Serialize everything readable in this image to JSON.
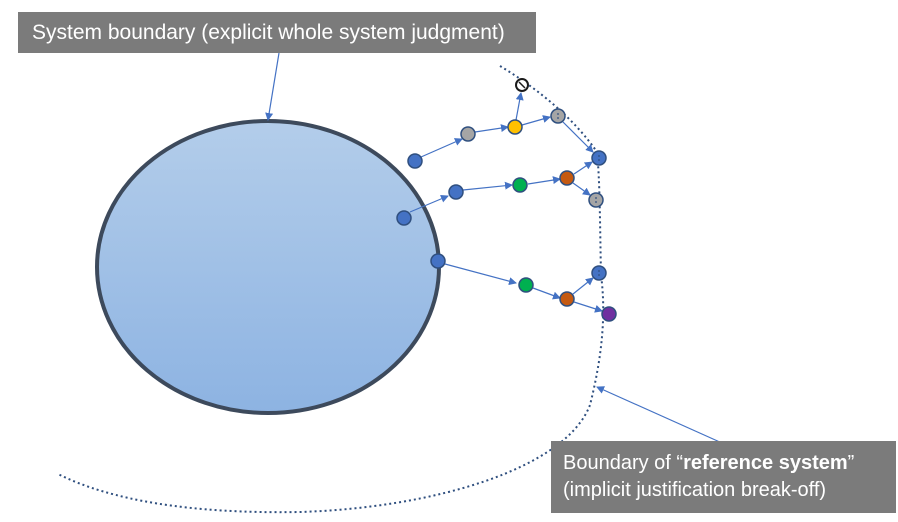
{
  "labels": {
    "system_boundary": "System boundary (explicit whole system judgment)",
    "reference_prefix": "Boundary of  “",
    "reference_bold": "reference system",
    "reference_suffix": "”",
    "reference_line2": "(implicit justification break-off)"
  },
  "colors": {
    "ellipse_top": "#b3cdea",
    "ellipse_bottom": "#8db3e2",
    "ellipse_stroke": "#3d4a5c",
    "arrow": "#4472c4",
    "boundary_dots": "#2f4f7f",
    "node_blue": "#4472c4",
    "node_gray": "#a5a5a5",
    "node_yellow": "#ffc000",
    "node_green": "#00b050",
    "node_orange": "#c55a11",
    "node_purple": "#7030a0",
    "node_white": "#ffffff",
    "label_box": "#7b7b7b"
  }
}
